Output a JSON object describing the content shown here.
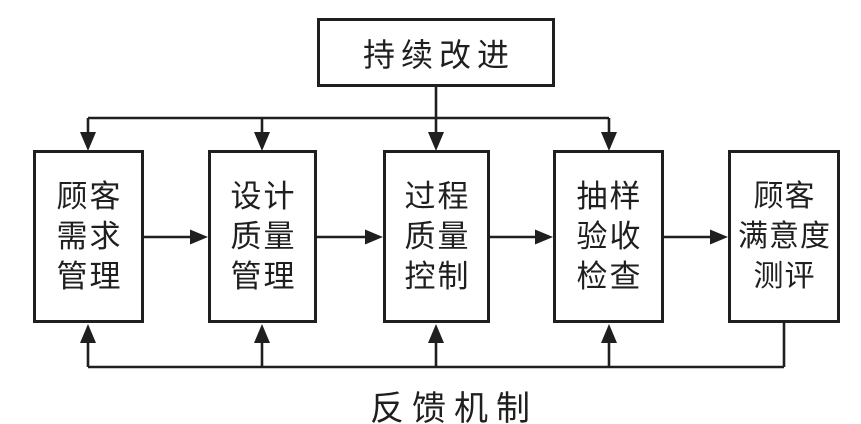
{
  "diagram": {
    "title_box": {
      "label": "持续改进"
    },
    "process_boxes": [
      {
        "id": "customer-demand-management",
        "lines": [
          "顾客",
          "需求",
          "管理"
        ]
      },
      {
        "id": "design-quality-management",
        "lines": [
          "设计",
          "质量",
          "管理"
        ]
      },
      {
        "id": "process-quality-control",
        "lines": [
          "过程",
          "质量",
          "控制"
        ]
      },
      {
        "id": "sampling-acceptance-inspection",
        "lines": [
          "抽样",
          "验收",
          "检查"
        ]
      },
      {
        "id": "customer-satisfaction-evaluation",
        "lines": [
          "顾客",
          "满意度",
          "测评"
        ]
      }
    ],
    "feedback_label": "反馈机制",
    "colors": {
      "line": "#1f1f1f",
      "background": "#ffffff",
      "box_fill": "#ffffff"
    }
  }
}
